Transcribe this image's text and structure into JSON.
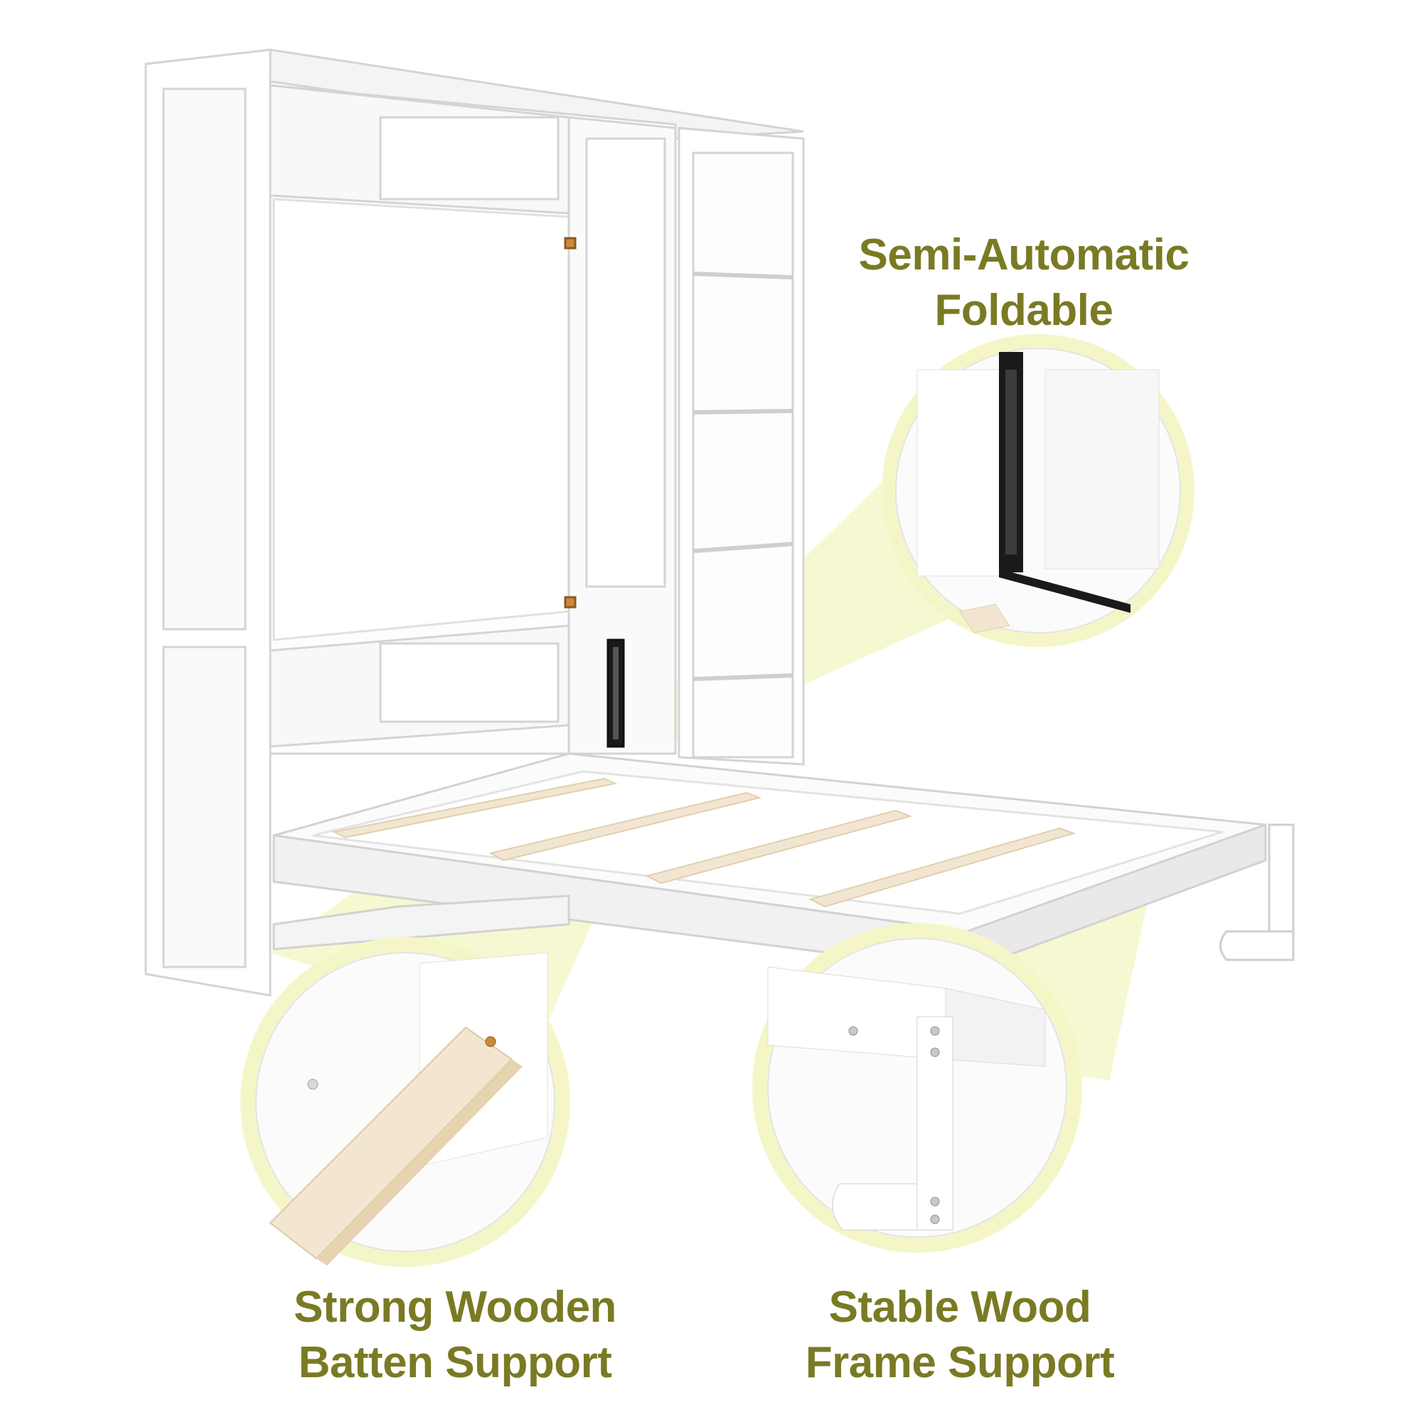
{
  "features": {
    "semi_automatic": {
      "line1": "Semi-Automatic",
      "line2": "Foldable"
    },
    "batten_support": {
      "line1": "Strong Wooden",
      "line2": "Batten Support"
    },
    "frame_support": {
      "line1": "Stable Wood",
      "line2": "Frame Support"
    }
  },
  "colors": {
    "label_text": "#7a7a24",
    "callout_fill": "#f4f6c8",
    "callout_ring": "#eef1b4",
    "furniture": "#ffffff",
    "furniture_shadow": "#e6e6e6",
    "wood_batten": "#f3e6d0",
    "gas_strut": "#1a1a1a"
  }
}
